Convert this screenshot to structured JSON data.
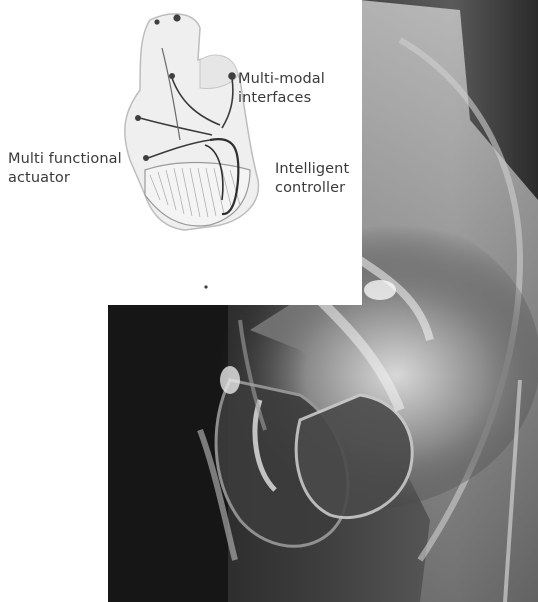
{
  "inset": {
    "labels": {
      "multimodal": {
        "line1": "Multi-modal",
        "line2": "interfaces"
      },
      "actuator": {
        "line1": "Multi functional",
        "line2": "actuator"
      },
      "controller": {
        "line1": "Intelligent",
        "line2": "controller"
      }
    }
  },
  "colors": {
    "background": "#ffffff",
    "label_text": "#3a3a3a",
    "heart_fill": "#eeeeee",
    "node_dot": "#3f3f3f"
  }
}
